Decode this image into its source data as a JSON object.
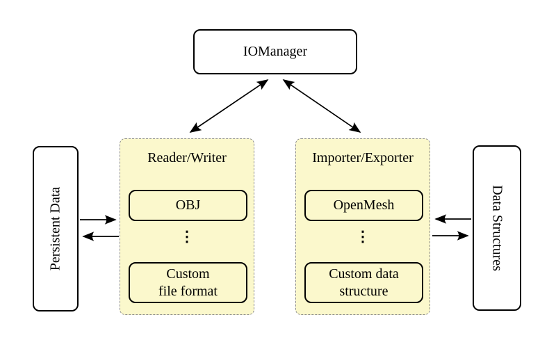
{
  "nodes": {
    "io_manager": "IOManager",
    "persistent_data": "Persistent Data",
    "data_structures": "Data Structures"
  },
  "groups": {
    "reader_writer": {
      "title": "Reader/Writer",
      "item1": "OBJ",
      "ellipsis": "⋮",
      "item2_line1": "Custom",
      "item2_line2": "file format"
    },
    "importer_exporter": {
      "title": "Importer/Exporter",
      "item1": "OpenMesh",
      "ellipsis": "⋮",
      "item2_line1": "Custom data",
      "item2_line2": "structure"
    }
  },
  "colors": {
    "background": "#FFFFFF",
    "group_fill": "#FBF8CC",
    "group_border": "#8C8C8C",
    "node_border": "#000000",
    "arrow": "#000000"
  }
}
